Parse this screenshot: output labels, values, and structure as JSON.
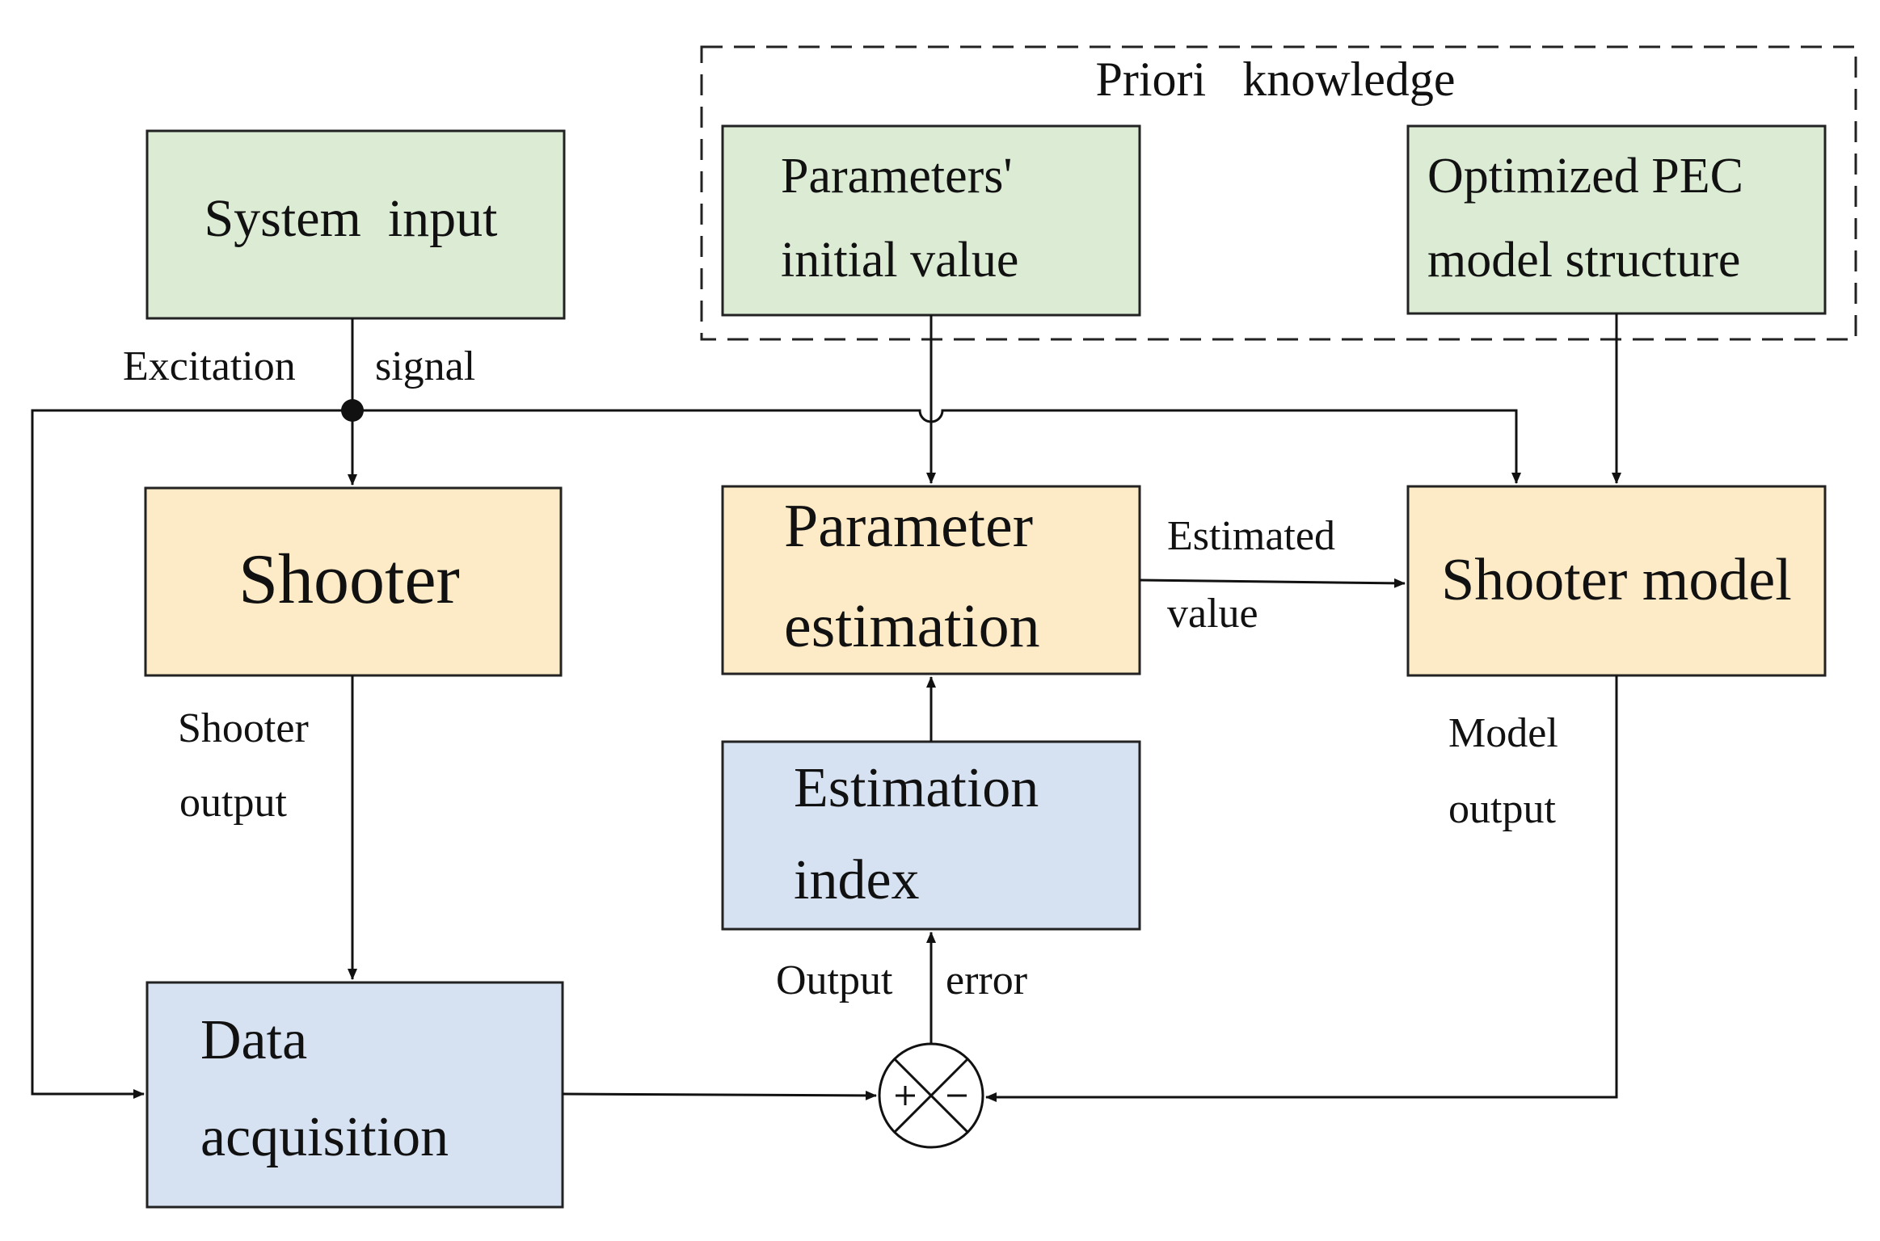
{
  "colors": {
    "green_box": "#dcebd4",
    "orange_box": "#fdebc7",
    "blue_box": "#d6e2f2",
    "line": "#111111"
  },
  "group": {
    "title": "Priori   knowledge"
  },
  "boxes": {
    "system_input": {
      "lines": [
        "System  input"
      ]
    },
    "param_init": {
      "lines": [
        "Parameters'",
        "initial value"
      ]
    },
    "pec_structure": {
      "lines": [
        "Optimized PEC",
        "model structure"
      ]
    },
    "shooter": {
      "lines": [
        "Shooter"
      ]
    },
    "param_estimation": {
      "lines": [
        "Parameter",
        "estimation"
      ]
    },
    "shooter_model": {
      "lines": [
        "Shooter model"
      ]
    },
    "estimation_index": {
      "lines": [
        "Estimation",
        "index"
      ]
    },
    "data_acquisition": {
      "lines": [
        "Data",
        "acquisition"
      ]
    }
  },
  "labels": {
    "excitation": "Excitation",
    "signal": "signal",
    "estimated": "Estimated",
    "value": "value",
    "shooter_output_1": "Shooter",
    "shooter_output_2": "output",
    "model_output_1": "Model",
    "model_output_2": "output",
    "output_error_1": "Output",
    "output_error_2": "error"
  }
}
